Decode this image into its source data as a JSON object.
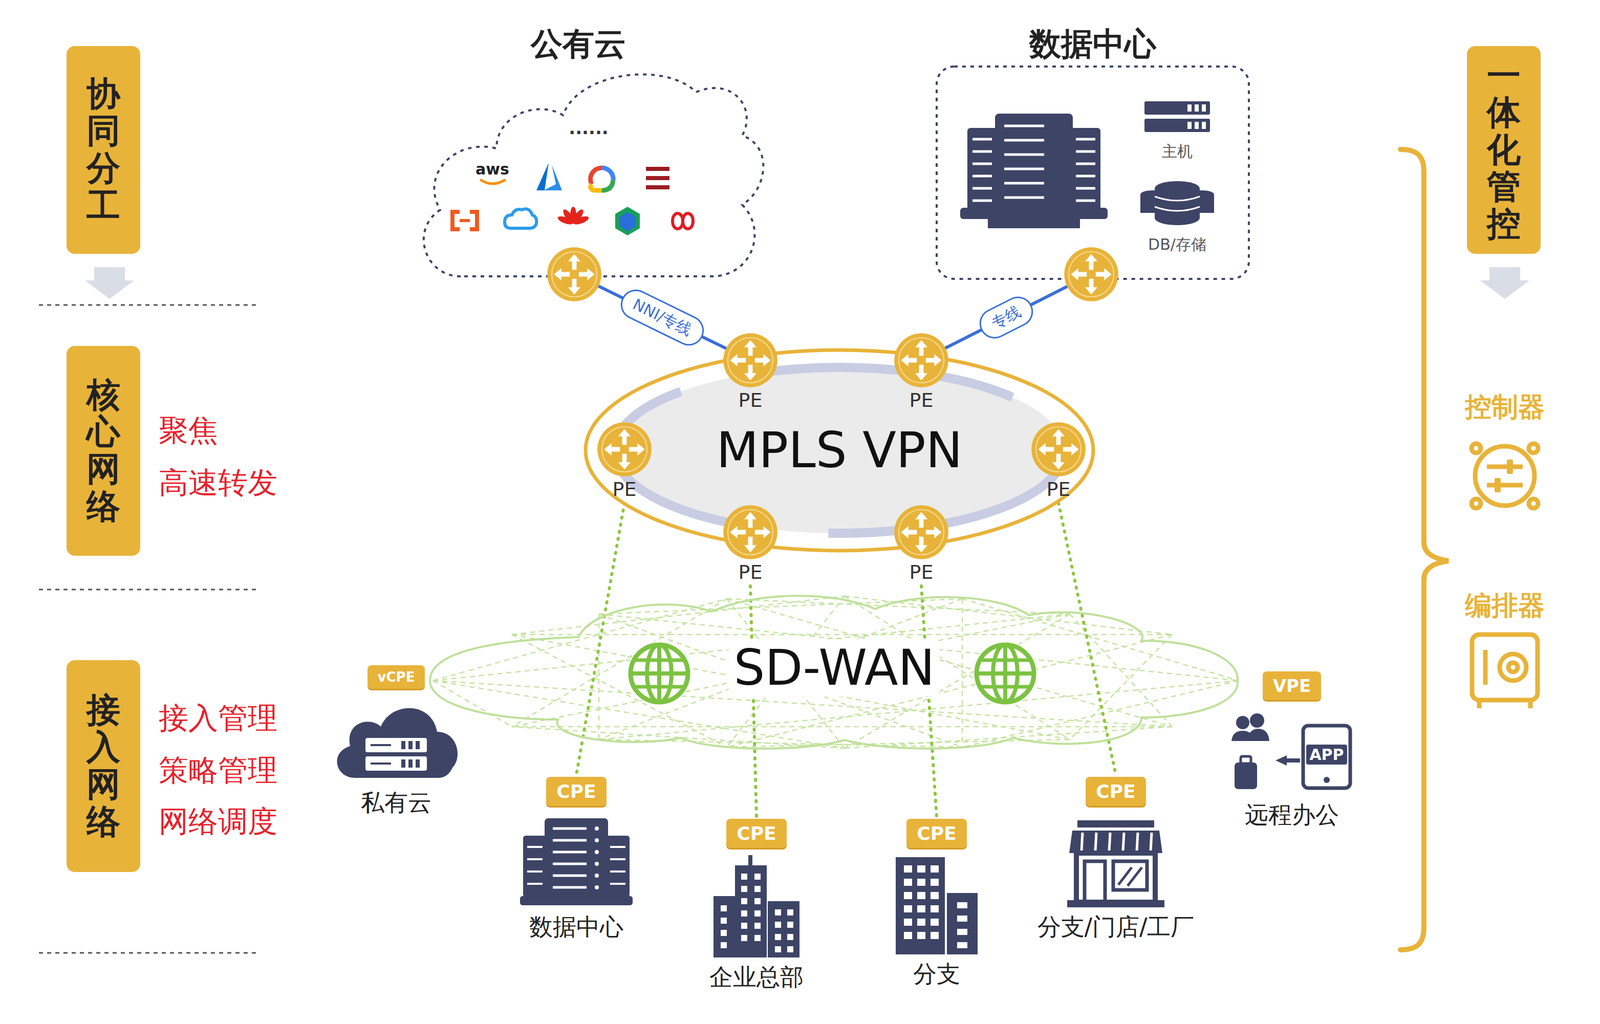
{
  "diagram": {
    "nodes": [
      {
        "text": [
          "协同分工"
        ]
      },
      {
        "text": [
          "核心网络"
        ]
      },
      {
        "text": [
          "接入网络"
        ]
      },
      {
        "text": [
          "一体化管控"
        ]
      },
      {
        "text": [
          "公有云"
        ]
      },
      {
        "text": [
          "数据中心"
        ]
      },
      {
        "text": [
          "MPLS VPN"
        ]
      },
      {
        "text": [
          "PE"
        ],
        "in": 6
      },
      {
        "text": [
          "PE"
        ],
        "in": 6
      },
      {
        "text": [
          "PE"
        ],
        "in": 6
      },
      {
        "text": [
          "PE"
        ],
        "in": 6
      },
      {
        "text": [
          "PE"
        ],
        "in": 6
      },
      {
        "text": [
          "PE"
        ],
        "in": 6
      },
      {
        "text": [
          "SD-WAN"
        ]
      },
      {
        "text": [
          "vCPE",
          "私有云"
        ]
      },
      {
        "text": [
          "CPE",
          "数据中心"
        ]
      },
      {
        "text": [
          "CPE",
          "企业总部"
        ]
      },
      {
        "text": [
          "CPE",
          "分支"
        ]
      },
      {
        "text": [
          "CPE",
          "分支/门店/工厂"
        ]
      },
      {
        "text": [
          "VPE",
          "远程办公"
        ]
      }
    ],
    "edges": [
      {
        "from": 4,
        "to": 7,
        "label": "NNI/专线",
        "arrow": "none"
      },
      {
        "from": 5,
        "to": 8,
        "label": "专线",
        "arrow": "none"
      },
      {
        "from": 9,
        "to": 15,
        "arrow": "none"
      },
      {
        "from": 11,
        "to": 16,
        "arrow": "none"
      },
      {
        "from": 12,
        "to": 17,
        "arrow": "none"
      },
      {
        "from": 10,
        "to": 18,
        "arrow": "none"
      }
    ],
    "labels": [
      "......",
      "aws",
      "主机",
      "DB/存储",
      "聚焦",
      "高速转发",
      "接入管理",
      "策略管理",
      "网络调度",
      "控制器",
      "编排器",
      "APP"
    ]
  }
}
